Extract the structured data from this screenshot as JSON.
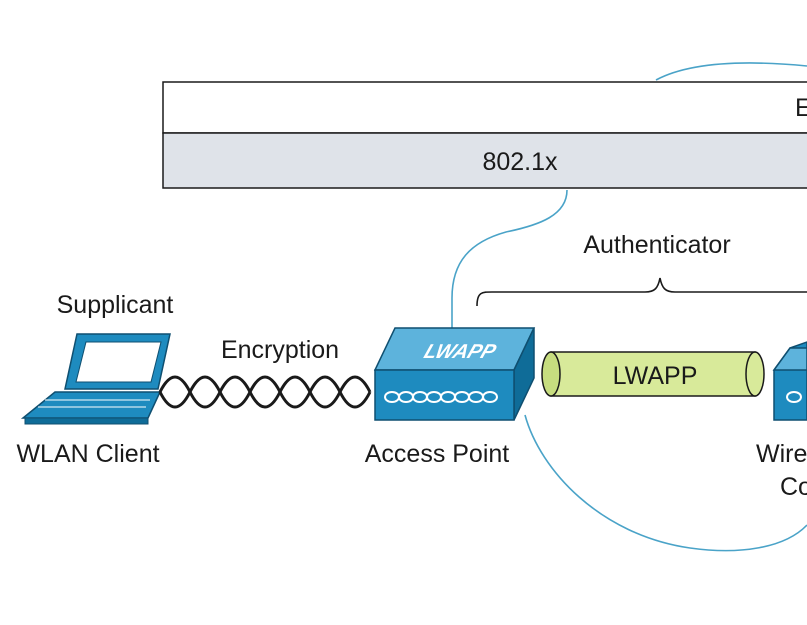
{
  "diagram": {
    "protocol_stack": {
      "top_layer_fragment": "E",
      "bottom_layer": "802.1x"
    },
    "authenticator_label": "Authenticator",
    "supplicant_label": "Supplicant",
    "encryption_label": "Encryption",
    "client_label": "WLAN Client",
    "access_point_label": "Access Point",
    "access_point_face_text": "LWAPP",
    "tunnel_label": "LWAPP",
    "controller_label_line1": "Wire",
    "controller_label_line2": "Co",
    "colors": {
      "device_blue": "#1e8bbf",
      "tunnel_green": "#d8ea9a",
      "layer_gray": "#dfe3e9",
      "curve_blue": "#4aa3c8"
    }
  }
}
